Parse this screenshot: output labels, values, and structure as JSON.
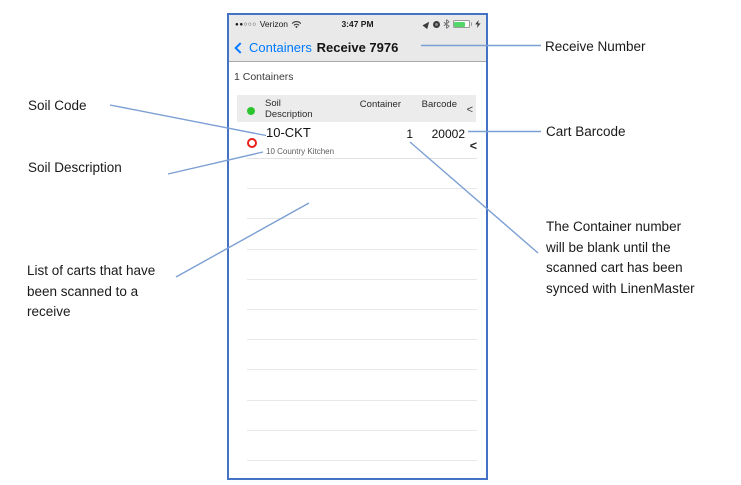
{
  "colors": {
    "phone_border": "#4472c4",
    "bar_background": "#e9e9e9",
    "ios_blue": "#007aff",
    "table_header_bg": "#ececec",
    "green_status_dot": "#2cc52e",
    "red_status_ring": "#e8211d",
    "battery_green": "#53d769",
    "annotation_line": "#7c9fd4"
  },
  "phone": {
    "status_bar": {
      "signal_dots": "●●○○○",
      "carrier": "Verizon",
      "time": "3:47 PM",
      "right_icons": [
        "location-icon",
        "alarm-icon",
        "bluetooth-icon",
        "battery-icon",
        "charging-bolt-icon"
      ]
    },
    "nav_bar": {
      "back_label": "Containers",
      "title": "Receive 7976"
    },
    "list": {
      "count_label": "1 Containers",
      "header": {
        "col_soil_line1": "Soil",
        "col_soil_line2": "Description",
        "col_container": "Container",
        "col_barcode": "Barcode",
        "chevron": "<"
      },
      "row": {
        "soil_code": "10-CKT",
        "container": "1",
        "barcode": "20002",
        "chevron": "<",
        "soil_description": "10 Country Kitchen"
      },
      "empty_row_count": 10
    }
  },
  "annotations": {
    "receive_number": {
      "text": "Receive Number"
    },
    "soil_code": {
      "text": "Soil Code"
    },
    "soil_description": {
      "text": "Soil Description"
    },
    "cart_barcode": {
      "text": "Cart Barcode"
    },
    "container_note": {
      "lines": [
        "The Container number",
        "will be blank until the",
        "scanned cart has been",
        "synced with LinenMaster"
      ]
    },
    "list_note": {
      "lines": [
        "List of carts that have",
        "been scanned to a",
        "receive"
      ]
    }
  }
}
